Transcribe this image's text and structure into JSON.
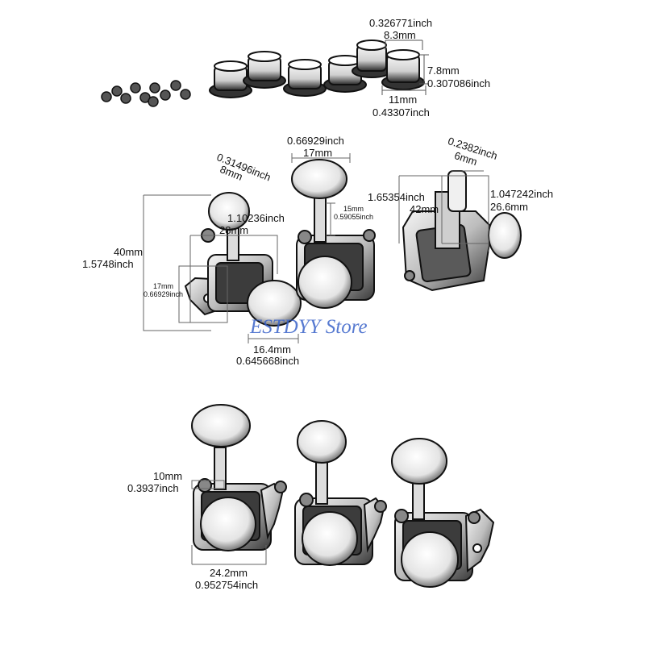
{
  "watermark": "ESTDYY Store",
  "bushings": {
    "top_dia_in": "0.326771inch",
    "top_dia_mm": "8.3mm",
    "height_mm": "7.8mm",
    "height_in": "0.307086inch",
    "base_mm": "11mm",
    "base_in": "0.43307inch"
  },
  "tuner_left": {
    "button_w_in": "0.31496inch",
    "button_w_mm": "8mm",
    "post_in": "1.10236inch",
    "post_mm": "28mm",
    "height_mm": "40mm",
    "height_in": "1.5748inch",
    "gear_mm": "17mm",
    "gear_in": "0.66929inch",
    "base_mm": "16.4mm",
    "base_in": "0.645668inch"
  },
  "tuner_mid": {
    "button_in": "0.66929inch",
    "button_mm": "17mm",
    "shaft_mm": "15mm",
    "shaft_in": "0.59055inch"
  },
  "tuner_right": {
    "post_in": "0.2382inch",
    "post_mm": "6mm",
    "len_in": "1.65354inch",
    "len_mm": "42mm",
    "key_in": "1.047242inch",
    "key_mm": "26.6mm"
  },
  "bottom": {
    "shaft_mm": "10mm",
    "shaft_in": "0.3937inch",
    "body_mm": "24.2mm",
    "body_in": "0.952754inch"
  }
}
